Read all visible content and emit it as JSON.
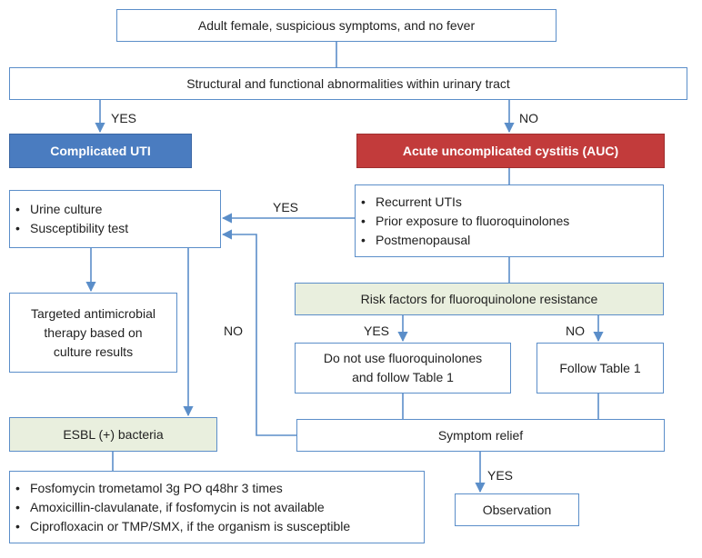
{
  "nodes": {
    "start": "Adult female, suspicious symptoms, and no fever",
    "abnormalities": "Structural and functional abnormalities within urinary tract",
    "complicated": "Complicated UTI",
    "auc": "Acute uncomplicated cystitis (AUC)",
    "culture_items": [
      "Urine culture",
      "Susceptibility test"
    ],
    "auc_items": [
      "Recurrent UTIs",
      "Prior exposure to fluoroquinolones",
      "Postmenopausal"
    ],
    "targeted_lines": [
      "Targeted antimicrobial",
      "therapy based on",
      "culture results"
    ],
    "risk": "Risk factors for fluoroquinolone resistance",
    "no_fq_lines": [
      "Do not use fluoroquinolones",
      "and follow Table 1"
    ],
    "follow": "Follow Table 1",
    "esbl": "ESBL (+) bacteria",
    "relief": "Symptom relief",
    "esbl_items": [
      "Fosfomycin trometamol 3g PO q48hr 3 times",
      "Amoxicillin-clavulanate, if fosfomycin is not available",
      "Ciprofloxacin or TMP/SMX, if the organism is susceptible"
    ],
    "observation": "Observation"
  },
  "labels": {
    "yes_complicated": "YES",
    "no_auc": "NO",
    "yes_culture": "YES",
    "no_loop": "NO",
    "yes_risk": "YES",
    "no_risk": "NO",
    "yes_observation": "YES"
  },
  "colors": {
    "border": "#5b8ec9",
    "connector": "#5b8ec9",
    "complicated_fill": "#4a7cc0",
    "auc_fill": "#c23b3b",
    "highlight_fill": "#e9efde"
  }
}
